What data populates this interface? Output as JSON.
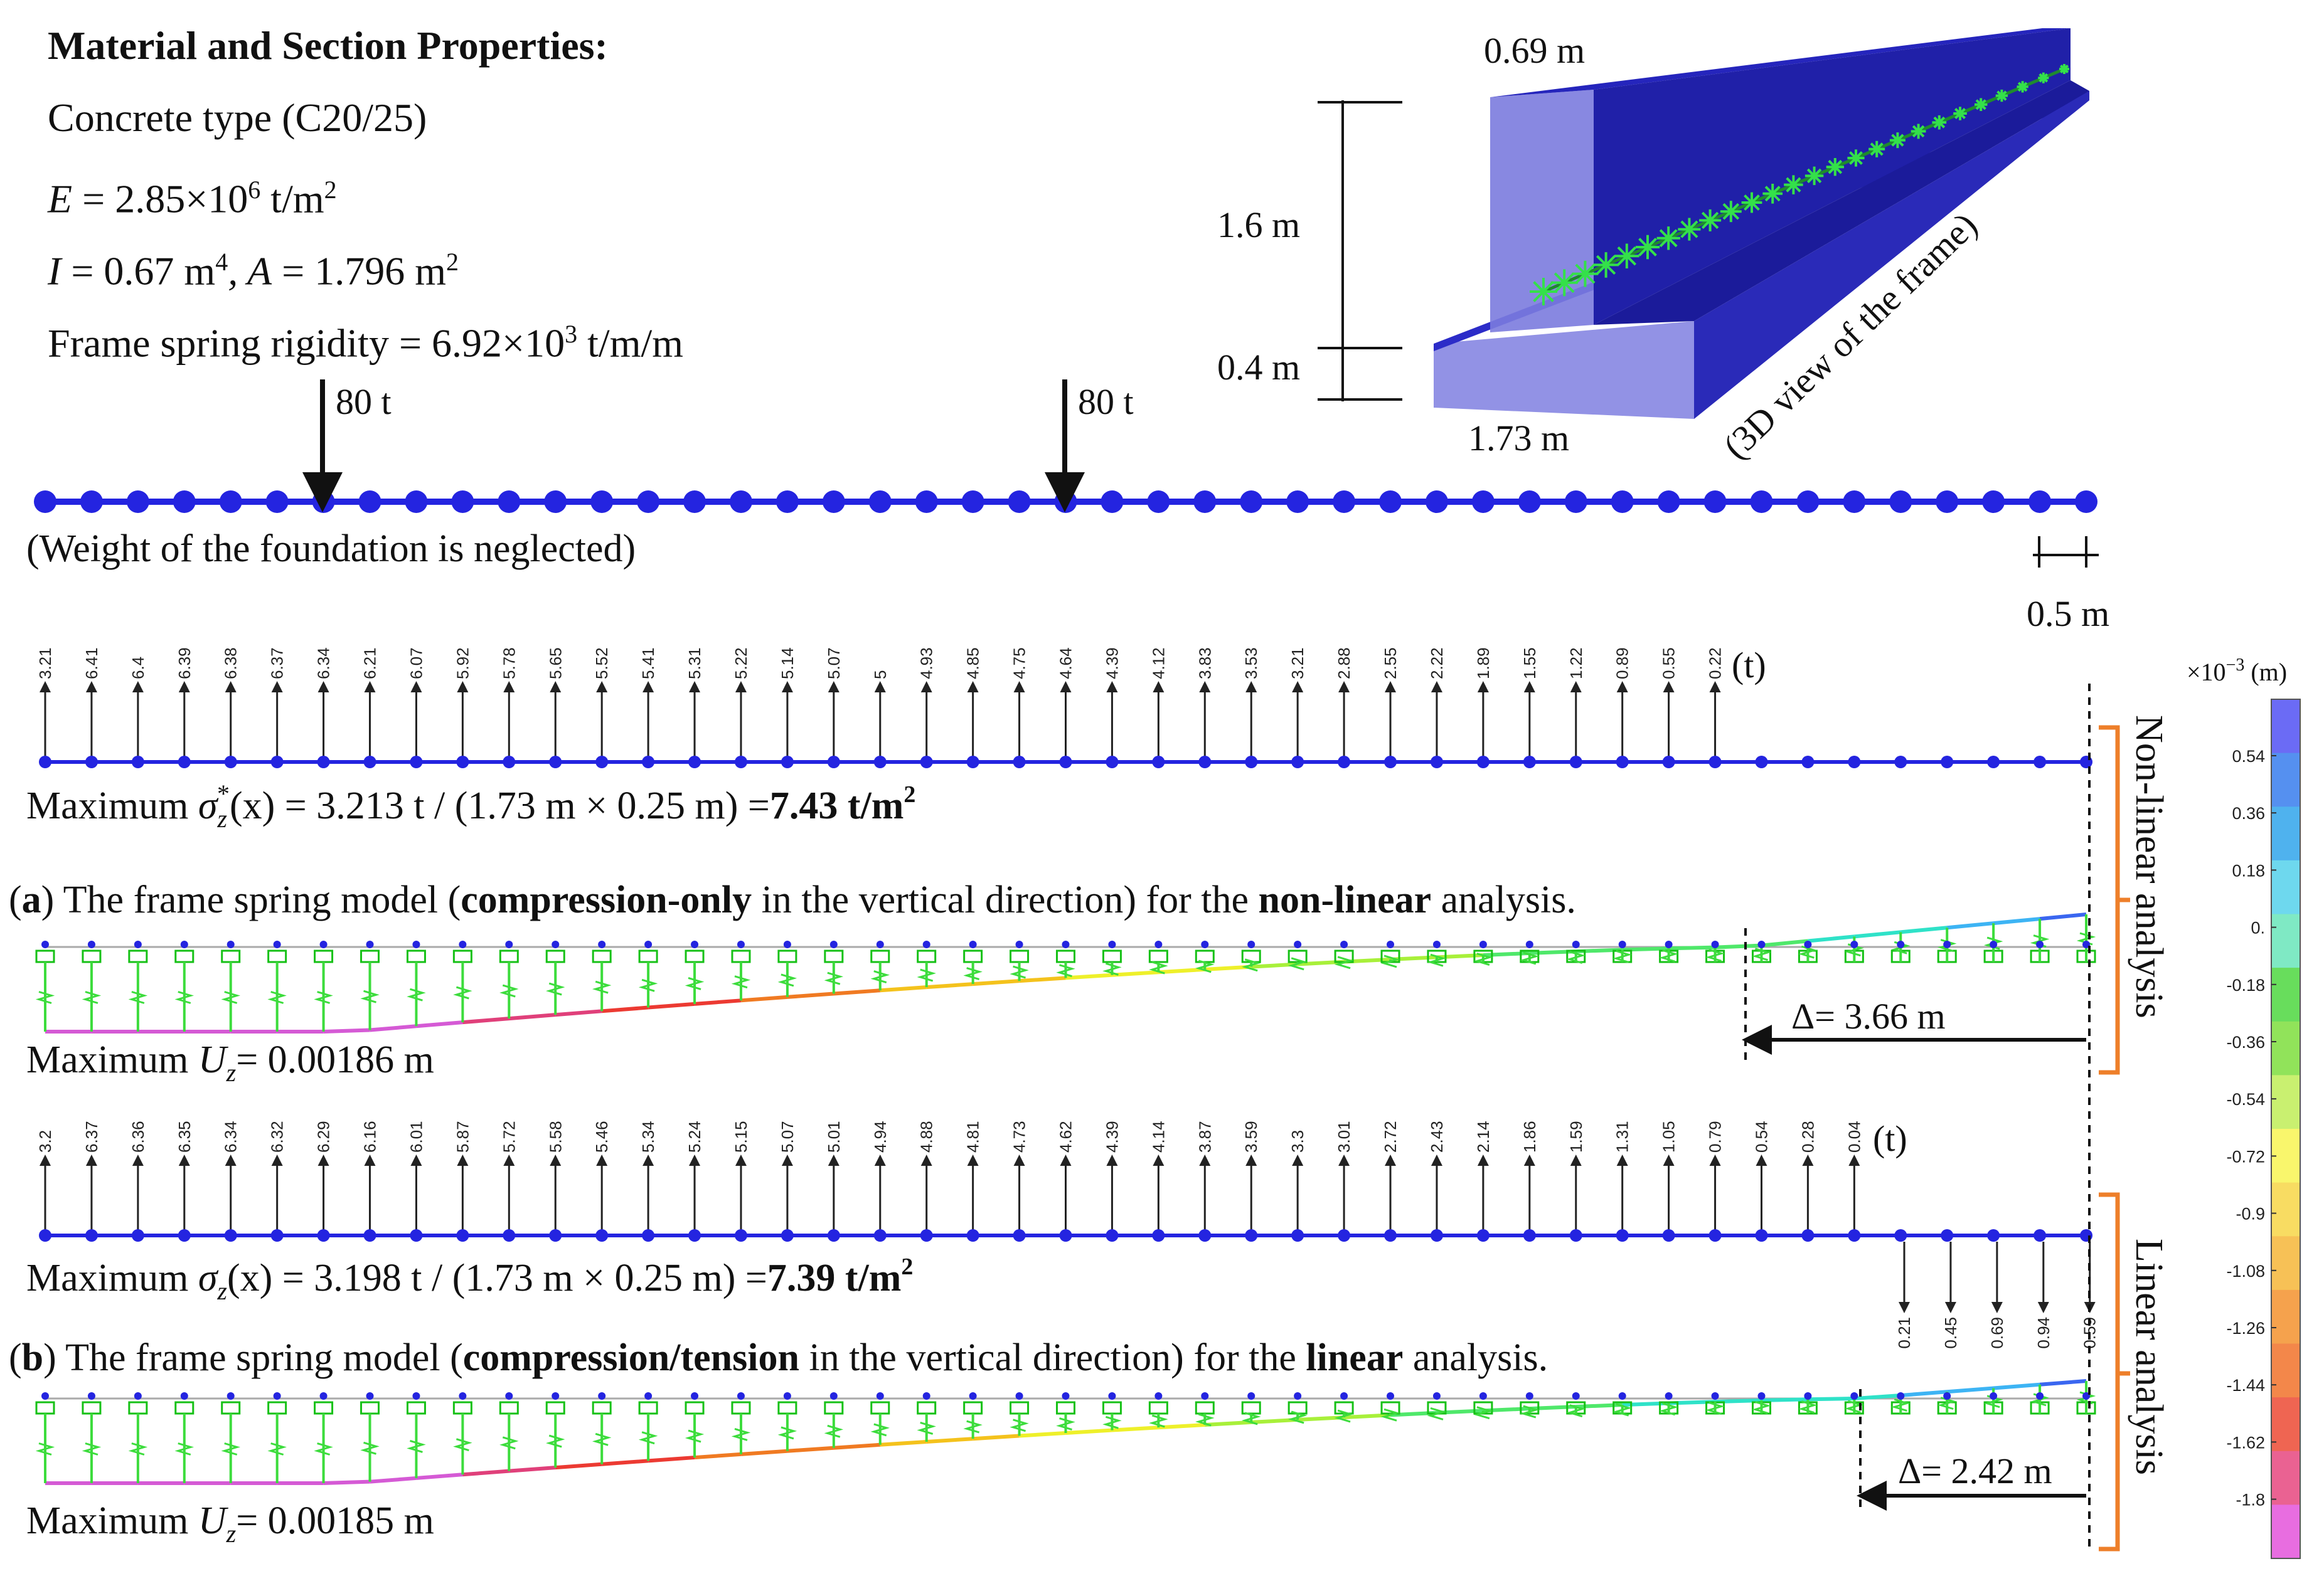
{
  "properties": {
    "heading": "Material and Section Properties:",
    "concrete": "Concrete type (C20/25)",
    "e_prefix": "E",
    "e_value": " = 2.85×10",
    "e_exp": "6",
    "e_unit": " t/m",
    "e_unit_exp": "2",
    "i_prefix": "I",
    "i_value": " = 0.67 m",
    "i_exp": "4",
    "a_prefix": ", A",
    "a_value": " = 1.796 m",
    "a_exp": "2",
    "spring": "Frame spring rigidity = 6.92×10",
    "spring_exp": "3",
    "spring_unit": " t/m/m"
  },
  "section3d": {
    "width_top": "0.69 m",
    "height_web": "1.6 m",
    "height_base": "0.4 m",
    "width_base": "1.73 m",
    "caption": "(3D view of the frame)"
  },
  "beam": {
    "load1": "80 t",
    "load2": "80 t",
    "note": "(Weight of the foundation is neglected)",
    "spacing": "0.5 m"
  },
  "nonlinear": {
    "unit": "(t)",
    "reactions": [
      "3.21",
      "6.41",
      "6.4",
      "6.39",
      "6.38",
      "6.37",
      "6.34",
      "6.21",
      "6.07",
      "5.92",
      "5.78",
      "5.65",
      "5.52",
      "5.41",
      "5.31",
      "5.22",
      "5.14",
      "5.07",
      "5",
      "4.93",
      "4.85",
      "4.75",
      "4.64",
      "4.39",
      "4.12",
      "3.83",
      "3.53",
      "3.21",
      "2.88",
      "2.55",
      "2.22",
      "1.89",
      "1.55",
      "1.22",
      "0.89",
      "0.55",
      "0.22"
    ],
    "stress_a": "Maximum ",
    "stress_sym": "σ",
    "stress_sub": "z",
    "stress_sup": "*",
    "stress_b": "(x) = 3.213 t / (1.73 m × 0.25 m) =",
    "stress_bold": "7.43 t/m",
    "stress_bold_exp": "2",
    "caption_a": "(",
    "caption_letter": "a",
    "caption_b": ") The frame spring model (",
    "caption_bold1": "compression-only",
    "caption_c": " in the vertical direction) for the ",
    "caption_bold2": "non-linear",
    "caption_d": " analysis.",
    "max_u_a": "Maximum ",
    "max_u_sym": "U",
    "max_u_sub": "z",
    "max_u_b": "= 0.00186 m",
    "delta": "Δ= 3.66 m",
    "side_label": "Non-linear analysis"
  },
  "linear": {
    "unit": "(t)",
    "reactions_up": [
      "3.2",
      "6.37",
      "6.36",
      "6.35",
      "6.34",
      "6.32",
      "6.29",
      "6.16",
      "6.01",
      "5.87",
      "5.72",
      "5.58",
      "5.46",
      "5.34",
      "5.24",
      "5.15",
      "5.07",
      "5.01",
      "4.94",
      "4.88",
      "4.81",
      "4.73",
      "4.62",
      "4.39",
      "4.14",
      "3.87",
      "3.59",
      "3.3",
      "3.01",
      "2.72",
      "2.43",
      "2.14",
      "1.86",
      "1.59",
      "1.31",
      "1.05",
      "0.79",
      "0.54",
      "0.28",
      "0.04"
    ],
    "reactions_down": [
      "0.21",
      "0.45",
      "0.69",
      "0.94",
      "0.59"
    ],
    "stress_a": "Maximum ",
    "stress_sym": "σ",
    "stress_sub": "z",
    "stress_b": "(x) = 3.198 t / (1.73 m × 0.25 m) =",
    "stress_bold": "7.39 t/m",
    "stress_bold_exp": "2",
    "caption_a": "(",
    "caption_letter": "b",
    "caption_b": ") The frame spring model (",
    "caption_bold1": "compression/tension",
    "caption_c": " in the vertical direction) for the ",
    "caption_bold2": "linear",
    "caption_d": " analysis.",
    "max_u_a": "Maximum ",
    "max_u_sym": "U",
    "max_u_sub": "z",
    "max_u_b": "= 0.00185 m",
    "delta": "Δ= 2.42 m",
    "side_label": "Linear analysis"
  },
  "colorbar": {
    "title": "×10",
    "title_exp": "−3",
    "title_unit": " (m)",
    "ticks": [
      "0.54",
      "0.36",
      "0.18",
      "0.",
      "-0.18",
      "-0.36",
      "-0.54",
      "-0.72",
      "-0.9",
      "-1.08",
      "-1.26",
      "-1.44",
      "-1.62",
      "-1.8"
    ],
    "colors": [
      "#6b6bf5",
      "#5590f0",
      "#4fb2ee",
      "#6ed8ee",
      "#7fe9c4",
      "#68dd5c",
      "#91e35a",
      "#c9f070",
      "#f9f66c",
      "#f8dc62",
      "#f7c156",
      "#f5a24d",
      "#f3874a",
      "#ef6552",
      "#ea6292",
      "#e86de0"
    ]
  },
  "palette": {
    "node_blue": "#2424e0",
    "spring_green": "#3cdc3c",
    "support_green": "#16c116",
    "bracket_orange": "#ee7f2a",
    "deflection": [
      "#d55ad5",
      "#e0407a",
      "#ec3a32",
      "#f07a22",
      "#f4c21c",
      "#eef02a",
      "#a8f03a",
      "#4fe86a",
      "#2fe2c8",
      "#3db4f4",
      "#3a66f0"
    ]
  }
}
